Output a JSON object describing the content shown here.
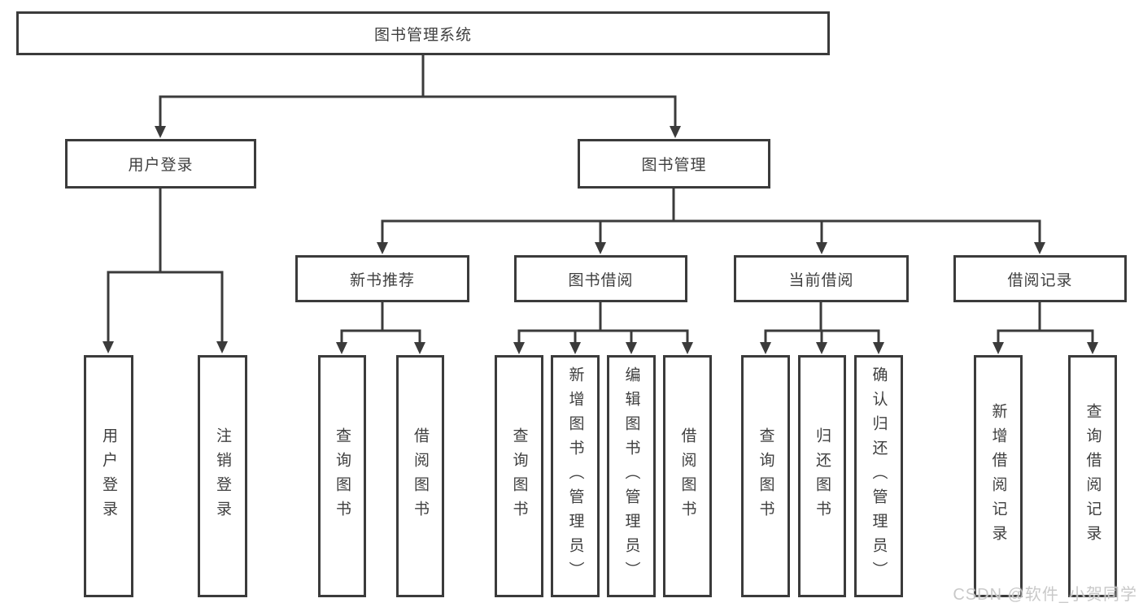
{
  "diagram": {
    "root": {
      "label": "图书管理系统"
    },
    "branches": [
      {
        "label": "用户登录",
        "children": [
          {
            "label": "用户登录"
          },
          {
            "label": "注销登录"
          }
        ]
      },
      {
        "label": "图书管理",
        "children": [
          {
            "label": "新书推荐",
            "children": [
              {
                "label": "查询图书"
              },
              {
                "label": "借阅图书"
              }
            ]
          },
          {
            "label": "图书借阅",
            "children": [
              {
                "label": "查询图书"
              },
              {
                "label": "新增图书（管理员）"
              },
              {
                "label": "编辑图书（管理员）"
              },
              {
                "label": "借阅图书"
              }
            ]
          },
          {
            "label": "当前借阅",
            "children": [
              {
                "label": "查询图书"
              },
              {
                "label": "归还图书"
              },
              {
                "label": "确认归还（管理员）"
              }
            ]
          },
          {
            "label": "借阅记录",
            "children": [
              {
                "label": "新增借阅记录"
              },
              {
                "label": "查询借阅记录"
              }
            ]
          }
        ]
      }
    ]
  },
  "watermark": "CSDN @软件_小贺同学",
  "colors": {
    "line": "#3b3b3b",
    "text": "#3f3f3f",
    "background": "#ffffff",
    "watermark": "#c6c6c6"
  }
}
